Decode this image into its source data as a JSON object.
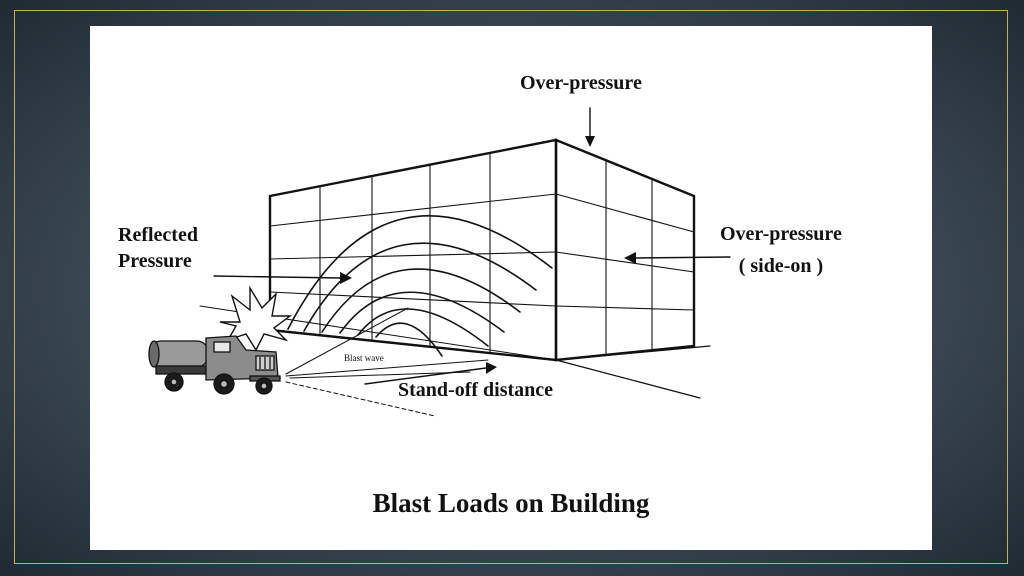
{
  "diagram": {
    "labels": {
      "over_pressure_top": "Over-pressure",
      "reflected_line1": "Reflected",
      "reflected_line2": "Pressure",
      "over_pressure_side_line1": "Over-pressure",
      "over_pressure_side_line2": "( side-on )",
      "standoff": "Stand-off distance",
      "blast_wave": "Blast wave"
    },
    "caption": "Blast Loads on Building"
  },
  "colors": {
    "background_dark": "#2a3540",
    "frame_gold": "#c9b14a",
    "panel": "#ffffff",
    "line": "#111111"
  }
}
